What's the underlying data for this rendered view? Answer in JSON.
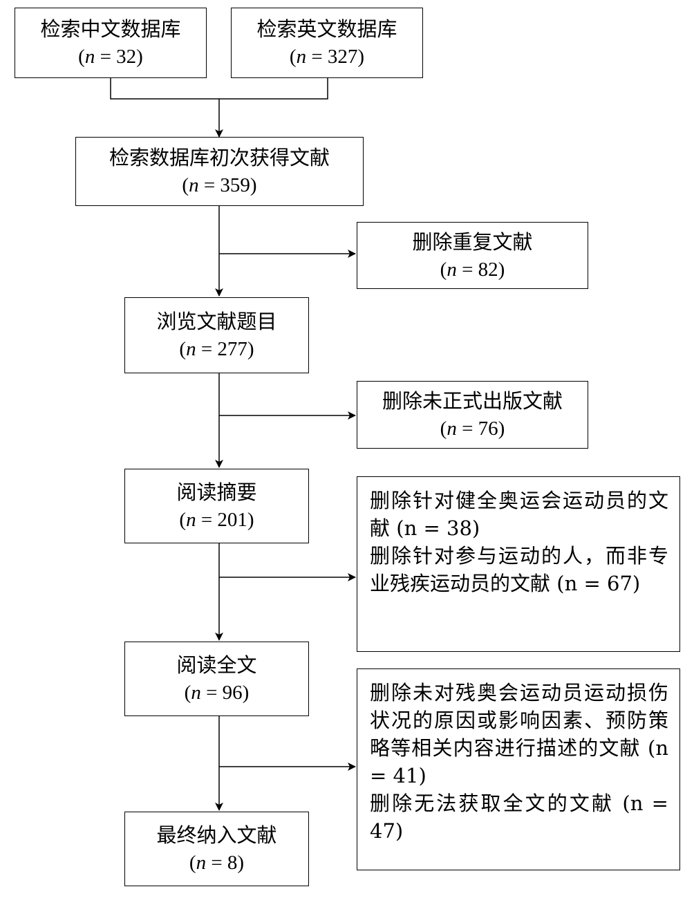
{
  "boxes": {
    "cn_db": {
      "title": "检索中文数据库",
      "n": "32"
    },
    "en_db": {
      "title": "检索英文数据库",
      "n": "327"
    },
    "initial": {
      "title": "检索数据库初次获得文献",
      "n": "359"
    },
    "browse": {
      "title": "浏览文献题目",
      "n": "277"
    },
    "abstract": {
      "title": "阅读摘要",
      "n": "201"
    },
    "fulltext": {
      "title": "阅读全文",
      "n": "96"
    },
    "final": {
      "title": "最终纳入文献",
      "n": "8"
    }
  },
  "exclusions": {
    "duplicates": {
      "title": "删除重复文献",
      "n": "82"
    },
    "unpublished": {
      "title": "删除未正式出版文献",
      "n": "76"
    },
    "abstract_excl": [
      {
        "text": "删除针对健全奥运会运动员的文献",
        "n": "38"
      },
      {
        "text": "删除针对参与运动的人，而非专业残疾运动员的文献",
        "n": "67"
      }
    ],
    "fulltext_excl": [
      {
        "text": "删除未对残奥会运动员运动损伤状况的原因或影响因素、预防策略等相关内容进行描述的文献",
        "n": "41"
      },
      {
        "text": "删除无法获取全文的文献",
        "n": "47"
      }
    ]
  },
  "n_symbol": "n",
  "equals": " = "
}
